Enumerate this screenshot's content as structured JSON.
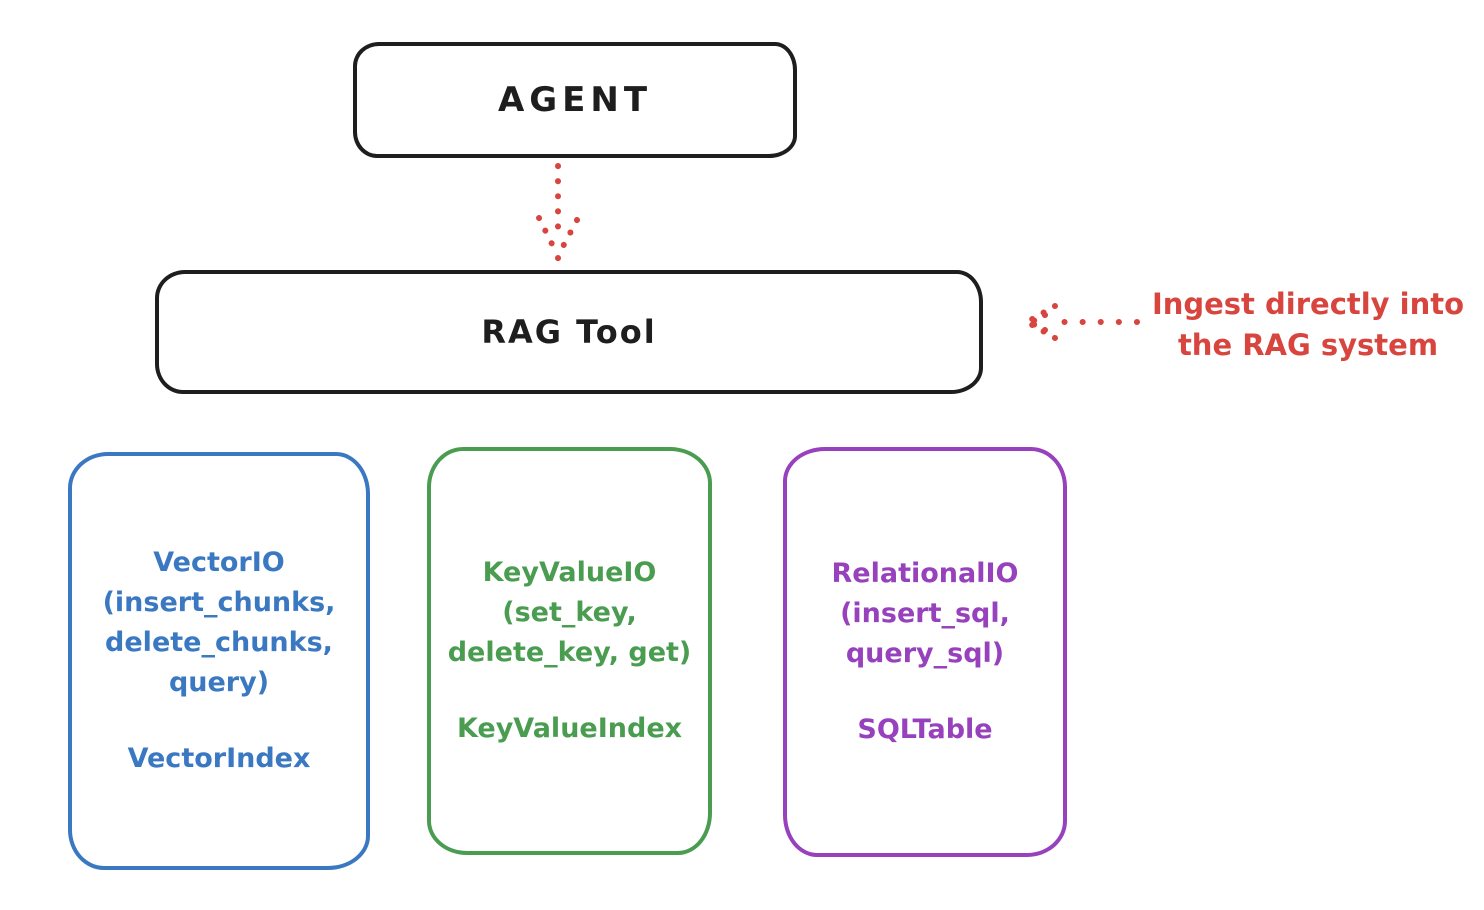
{
  "diagram": {
    "agent": {
      "label": "AGENT"
    },
    "rag_tool": {
      "label": "RAG Tool"
    },
    "annotation": {
      "text": "Ingest directly into\nthe RAG system"
    },
    "backends": [
      {
        "id": "vector-io",
        "title": "VectorIO\n(insert_chunks,\ndelete_chunks,\nquery)",
        "index_label": "VectorIndex",
        "color": "#3b78c2"
      },
      {
        "id": "keyvalue-io",
        "title": "KeyValueIO\n(set_key,\ndelete_key, get)",
        "index_label": "KeyValueIndex",
        "color": "#4a9d50"
      },
      {
        "id": "relational-io",
        "title": "RelationalIO\n(insert_sql,\nquery_sql)",
        "index_label": "SQLTable",
        "color": "#9741bd"
      }
    ],
    "colors": {
      "ink": "#1e1e1e",
      "arrow_red": "#d8453e"
    }
  }
}
